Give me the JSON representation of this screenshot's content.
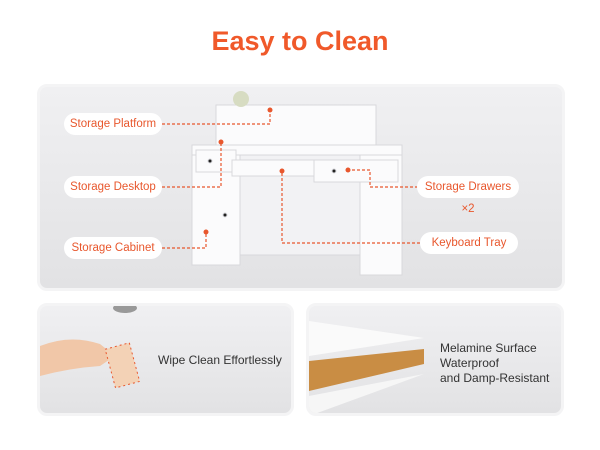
{
  "title": "Easy to Clean",
  "accent_color": "#f0592a",
  "labels": {
    "storage_platform": "Storage Platform",
    "storage_desktop": "Storage Desktop",
    "storage_cabinet": "Storage Cabinet",
    "storage_drawers": "Storage Drawers ×2",
    "keyboard_tray": "Keyboard Tray"
  },
  "features": {
    "wipe": "Wipe Clean Effortlessly",
    "melamine": [
      "Melamine Surface",
      "Waterproof",
      "and Damp-Resistant"
    ]
  }
}
